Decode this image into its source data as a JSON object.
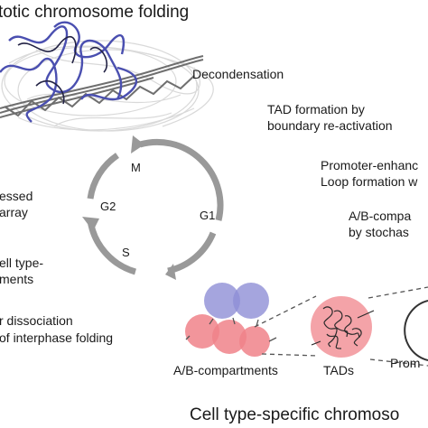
{
  "top_title": "totic chromosome folding",
  "bottom_title": "Cell type-specific chromoso",
  "cycle": {
    "phases": [
      "M",
      "G1",
      "S",
      "G2"
    ]
  },
  "right_labels": {
    "decondensation": "Decondensation",
    "tad_line1": "TAD formation by",
    "tad_line2": "boundary re-activation",
    "promoter_line1": "Promoter-enhanc",
    "promoter_line2": "Loop formation w",
    "ab_line1": "A/B-compa",
    "ab_line2": "by stochas"
  },
  "left_labels": {
    "l1": "essed",
    "l2": "array",
    "l3": "ell type-",
    "l4": "ments",
    "l5": "r dissociation",
    "l6": "of interphase folding"
  },
  "bottom_labels": {
    "ab_compartments": "A/B-compartments",
    "tads": "TADs",
    "promoter": "Prom"
  },
  "colors": {
    "arrow_gray": "#999999",
    "compartment_blue": "#8f8fd6",
    "compartment_red": "#f0828a",
    "tad_pink": "#f4a3a8",
    "chromatin_blue": "#4a4fb0"
  }
}
